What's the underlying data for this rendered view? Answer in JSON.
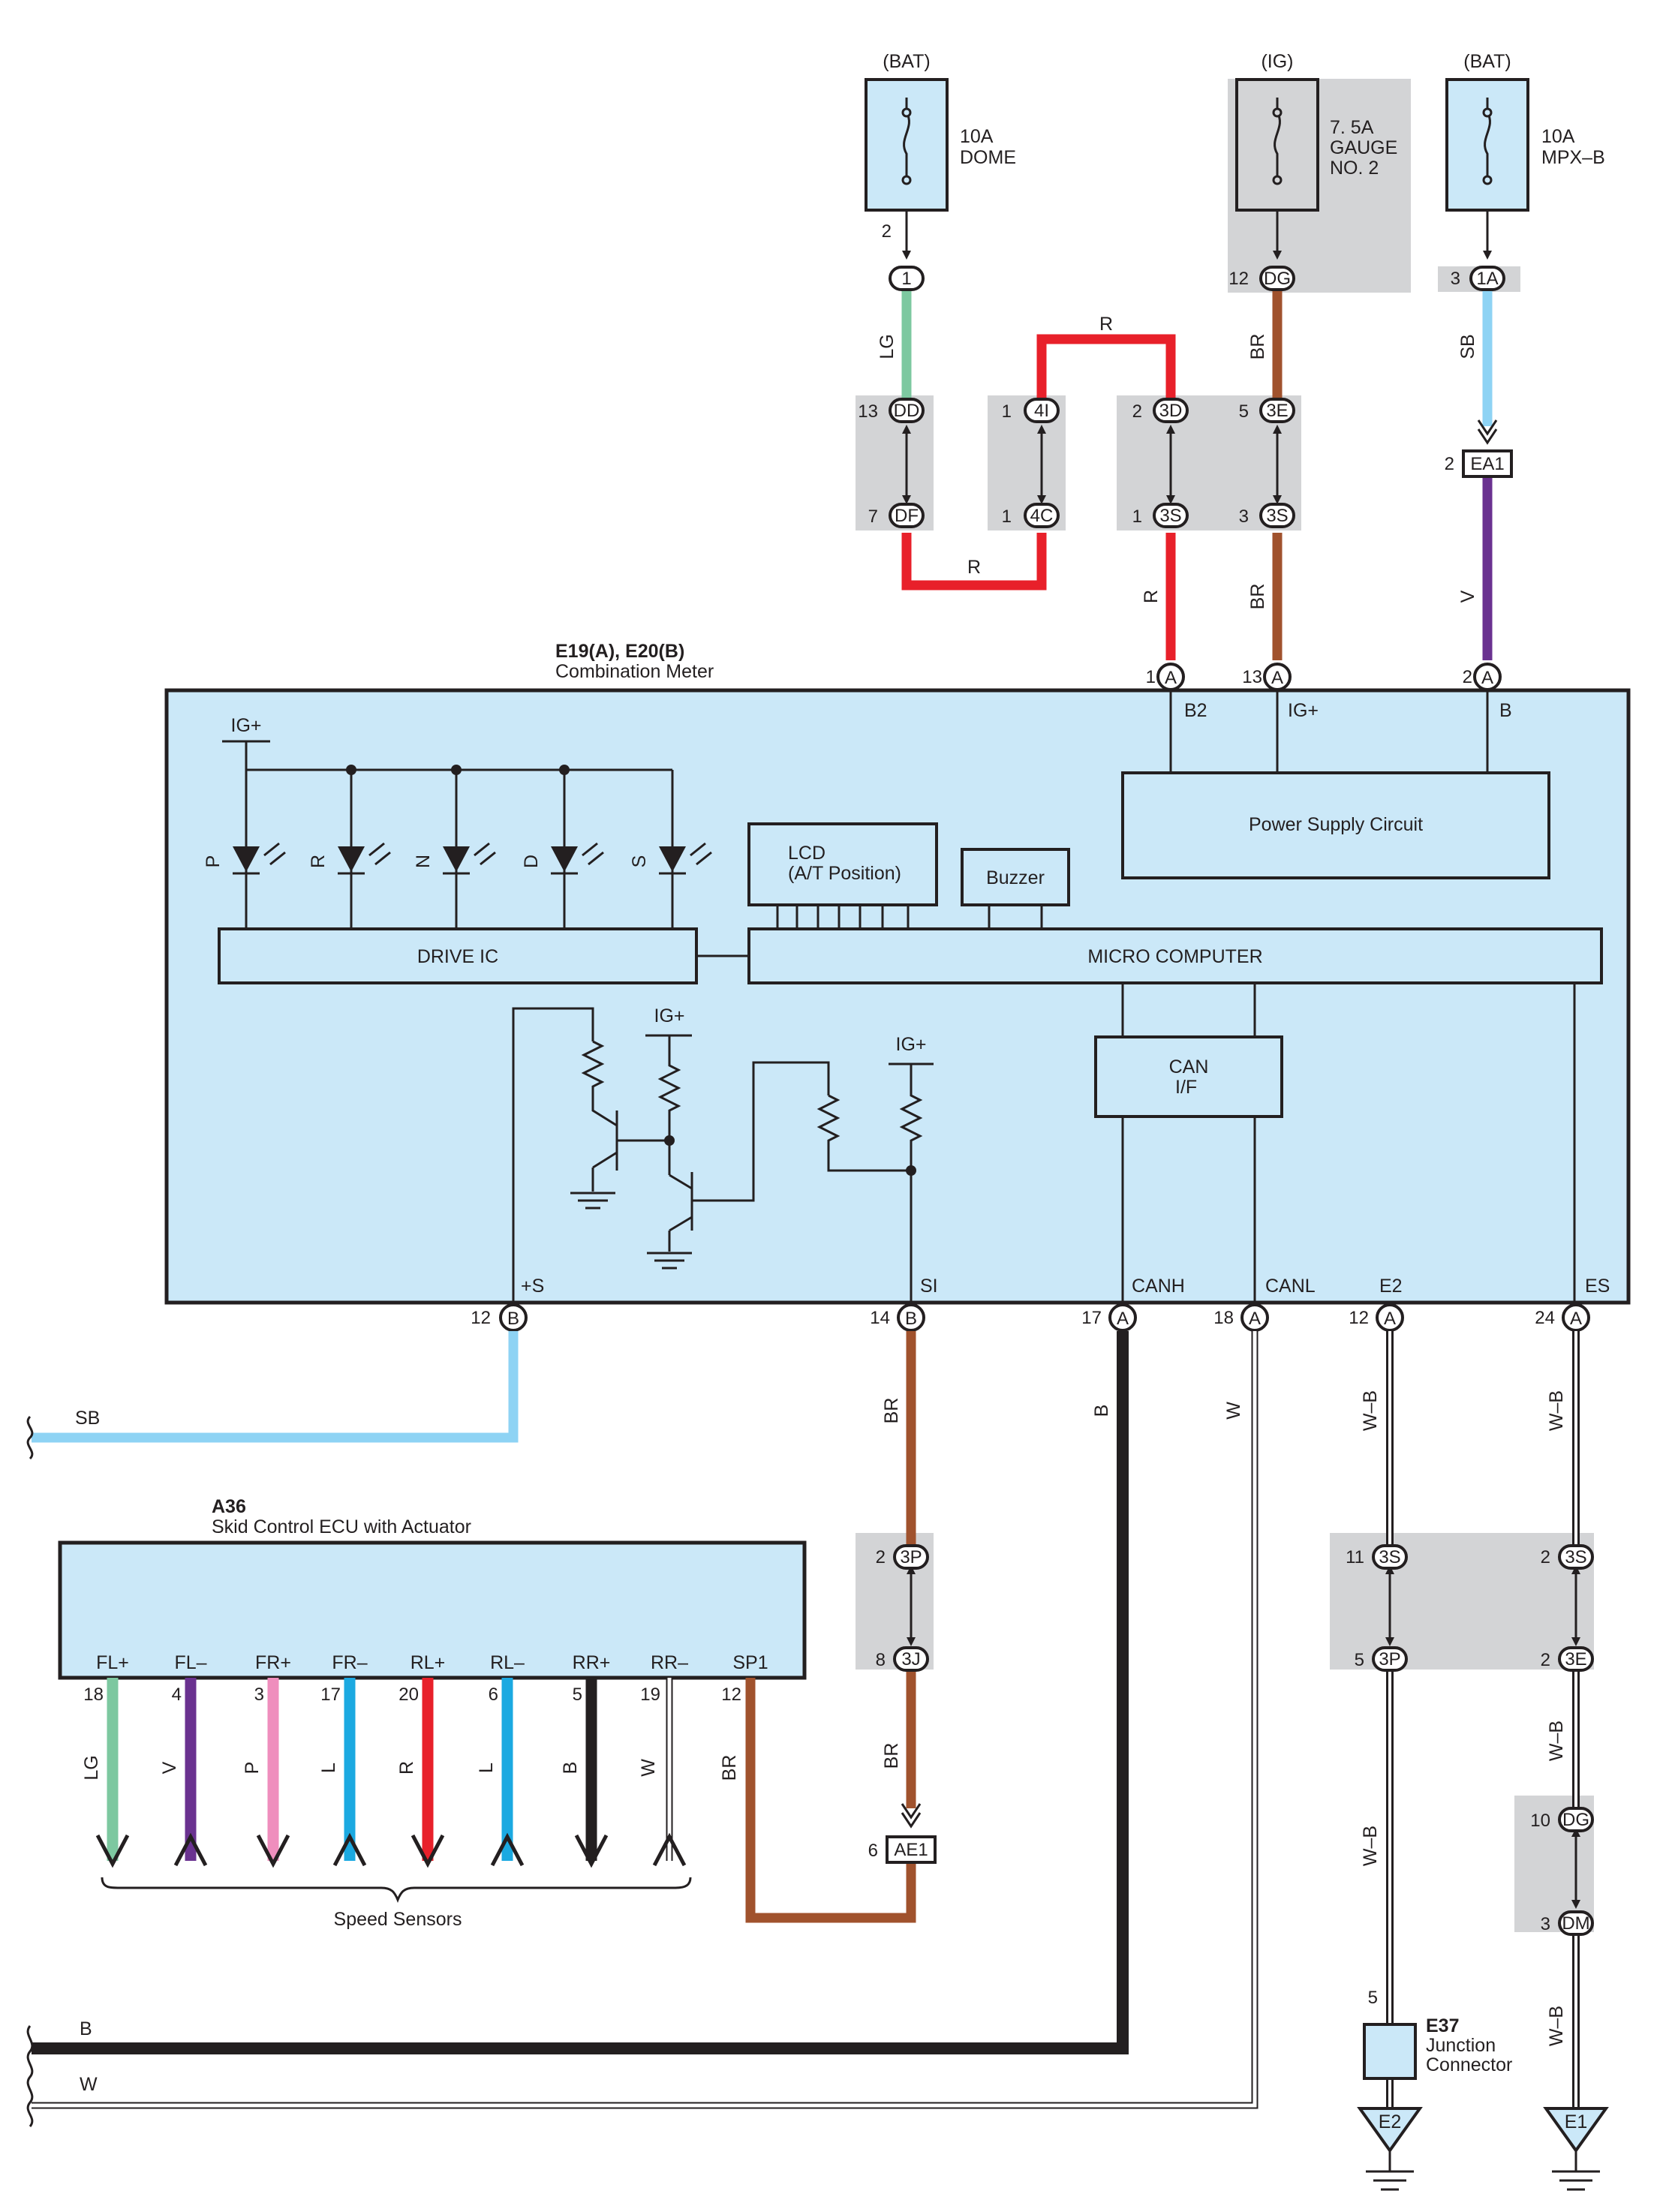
{
  "fuses": [
    {
      "id": "dome",
      "source": "(BAT)",
      "amp": "10A",
      "name1": "DOME",
      "name2": "",
      "name3": "",
      "pin": "2"
    },
    {
      "id": "gauge",
      "source": "(IG)",
      "amp": "7. 5A",
      "name1": "GAUGE",
      "name2": "NO. 2",
      "name3": "",
      "pin": ""
    },
    {
      "id": "mpxb",
      "source": "(BAT)",
      "amp": "10A",
      "name1": "MPX–B",
      "name2": "",
      "name3": "",
      "pin": ""
    }
  ],
  "connectors": [
    {
      "id": "c1",
      "label": "1",
      "pin": ""
    },
    {
      "id": "dg_top",
      "label": "DG",
      "pin": "12"
    },
    {
      "id": "a1",
      "label": "1A",
      "pin": "3"
    },
    {
      "id": "dd",
      "label": "DD",
      "pin": "13"
    },
    {
      "id": "4i",
      "label": "4I",
      "pin": "1"
    },
    {
      "id": "3d",
      "label": "3D",
      "pin": "2"
    },
    {
      "id": "3e_top",
      "label": "3E",
      "pin": "5"
    },
    {
      "id": "df",
      "label": "DF",
      "pin": "7"
    },
    {
      "id": "4c",
      "label": "4C",
      "pin": "1"
    },
    {
      "id": "3s_a",
      "label": "3S",
      "pin": "1"
    },
    {
      "id": "3s_b",
      "label": "3S",
      "pin": "3"
    },
    {
      "id": "ea1",
      "label": "EA1",
      "pin": "2"
    },
    {
      "id": "3p_top",
      "label": "3P",
      "pin": "2"
    },
    {
      "id": "3j",
      "label": "3J",
      "pin": "8"
    },
    {
      "id": "ae1",
      "label": "AE1",
      "pin": "6"
    },
    {
      "id": "3s_c",
      "label": "3S",
      "pin": "11"
    },
    {
      "id": "3s_d",
      "label": "3S",
      "pin": "2"
    },
    {
      "id": "3p_bot",
      "label": "3P",
      "pin": "5"
    },
    {
      "id": "3e_bot",
      "label": "3E",
      "pin": "2"
    },
    {
      "id": "dg_bot",
      "label": "DG",
      "pin": "10"
    },
    {
      "id": "dm",
      "label": "DM",
      "pin": "3"
    }
  ],
  "wire_colors": {
    "lg": "LG",
    "r": "R",
    "br": "BR",
    "sb": "SB",
    "v": "V",
    "b": "B",
    "w": "W",
    "wb": "W–B",
    "p": "P",
    "l": "L"
  },
  "meter": {
    "id": "E19(A), E20(B)",
    "name": "Combination Meter",
    "top_pins": [
      {
        "num": "1",
        "conn": "A",
        "name": "B2"
      },
      {
        "num": "13",
        "conn": "A",
        "name": "IG+"
      },
      {
        "num": "2",
        "conn": "A",
        "name": "B"
      }
    ],
    "bottom_pins": [
      {
        "num": "12",
        "conn": "B",
        "name": "+S"
      },
      {
        "num": "14",
        "conn": "B",
        "name": "SI"
      },
      {
        "num": "17",
        "conn": "A",
        "name": "CANH"
      },
      {
        "num": "18",
        "conn": "A",
        "name": "CANL"
      },
      {
        "num": "12",
        "conn": "A",
        "name": "E2"
      },
      {
        "num": "24",
        "conn": "A",
        "name": "ES"
      }
    ],
    "ig_plus": "IG+",
    "leds": [
      "P",
      "R",
      "N",
      "D",
      "S"
    ],
    "power_supply": "Power Supply Circuit",
    "lcd_1": "LCD",
    "lcd_2": "(A/T Position)",
    "buzzer": "Buzzer",
    "drive_ic": "DRIVE IC",
    "micro": "MICRO COMPUTER",
    "can_1": "CAN",
    "can_2": "I/F"
  },
  "ecu": {
    "id": "A36",
    "name": "Skid Control ECU with Actuator",
    "pins": [
      {
        "name": "FL+",
        "num": "18",
        "color": "LG",
        "hex": "#7dc8a0"
      },
      {
        "name": "FL–",
        "num": "4",
        "color": "V",
        "hex": "#6a3290"
      },
      {
        "name": "FR+",
        "num": "3",
        "color": "P",
        "hex": "#ef8ebd"
      },
      {
        "name": "FR–",
        "num": "17",
        "color": "L",
        "hex": "#1ba9e1"
      },
      {
        "name": "RL+",
        "num": "20",
        "color": "R",
        "hex": "#e8202a"
      },
      {
        "name": "RL–",
        "num": "6",
        "color": "L",
        "hex": "#1ba9e1"
      },
      {
        "name": "RR+",
        "num": "5",
        "color": "B",
        "hex": "#231f20"
      },
      {
        "name": "RR–",
        "num": "19",
        "color": "W",
        "hex": "#ffffff"
      },
      {
        "name": "SP1",
        "num": "12",
        "color": "BR",
        "hex": "#a0522d"
      }
    ],
    "speed_sensors": "Speed Sensors"
  },
  "junction": {
    "id": "E37",
    "name1": "Junction",
    "name2": "Connector",
    "pin": "5"
  },
  "grounds": [
    {
      "label": "E2"
    },
    {
      "label": "E1"
    }
  ],
  "colors": {
    "body_fill": "#cbe8f8",
    "gray_fill": "#d3d4d6",
    "red": "#e8202a",
    "brown": "#a0522d",
    "green": "#7dc8a0",
    "sky": "#8ed3f4",
    "violet": "#6a3290",
    "black": "#231f20"
  }
}
